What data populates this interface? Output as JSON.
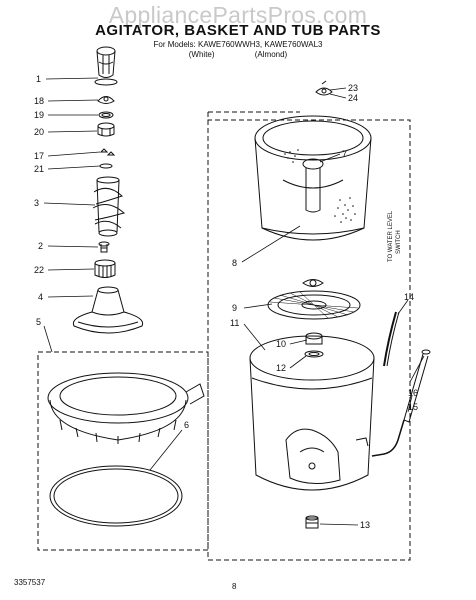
{
  "watermark": "AppliancePartsPros.com",
  "title": "AGITATOR, BASKET AND TUB PARTS",
  "models": "For Models: KAWE760WWH3, KAWE760WAL3",
  "variants": "(White) (Almond)",
  "document_number": "3357537",
  "page_number": "8",
  "side_note": [
    "TO WATER LEVEL",
    "SWITCH"
  ],
  "callouts": [
    {
      "id": "1",
      "label": "1"
    },
    {
      "id": "18",
      "label": "18"
    },
    {
      "id": "19",
      "label": "19"
    },
    {
      "id": "20",
      "label": "20"
    },
    {
      "id": "17",
      "label": "17"
    },
    {
      "id": "21",
      "label": "21"
    },
    {
      "id": "3",
      "label": "3"
    },
    {
      "id": "2",
      "label": "2"
    },
    {
      "id": "22",
      "label": "22"
    },
    {
      "id": "4",
      "label": "4"
    },
    {
      "id": "5",
      "label": "5"
    },
    {
      "id": "6",
      "label": "6"
    },
    {
      "id": "7",
      "label": "7"
    },
    {
      "id": "8",
      "label": "8"
    },
    {
      "id": "9",
      "label": "9"
    },
    {
      "id": "11",
      "label": "11"
    },
    {
      "id": "10",
      "label": "10"
    },
    {
      "id": "12",
      "label": "12"
    },
    {
      "id": "13",
      "label": "13"
    },
    {
      "id": "14",
      "label": "14"
    },
    {
      "id": "15",
      "label": "15"
    },
    {
      "id": "16",
      "label": "16"
    },
    {
      "id": "23",
      "label": "23"
    },
    {
      "id": "24",
      "label": "24"
    }
  ]
}
